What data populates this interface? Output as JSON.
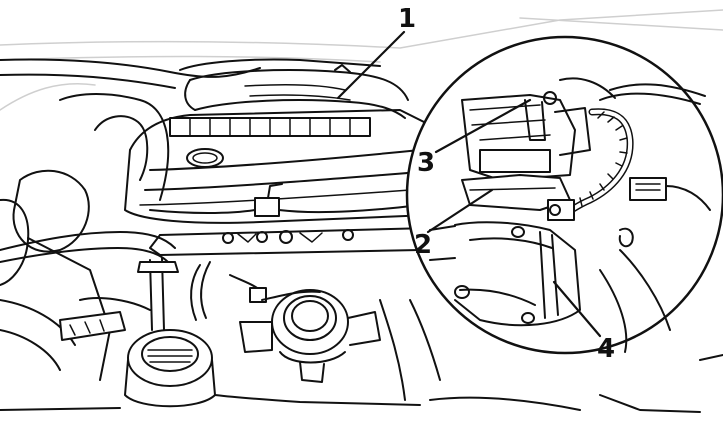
{
  "callouts": {
    "c1": "1",
    "c2": "2",
    "c3": "3",
    "c4": "4"
  },
  "colors": {
    "ink": "#111111",
    "paper": "#ffffff",
    "shade": "#d9d9d9"
  }
}
